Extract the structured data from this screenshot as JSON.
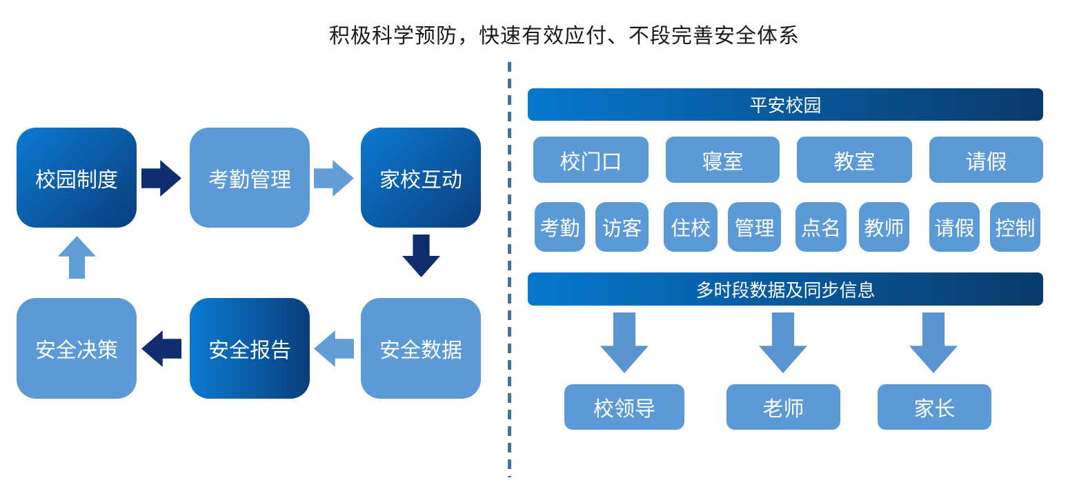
{
  "title": "积极科学预防，快速有效应付、不段完善安全体系",
  "flow": {
    "top_row": [
      {
        "label": "校园制度"
      },
      {
        "label": "考勤管理"
      },
      {
        "label": "家校互动"
      }
    ],
    "bottom_row": [
      {
        "label": "安全决策"
      },
      {
        "label": "安全报告"
      },
      {
        "label": "安全数据"
      }
    ]
  },
  "panel": {
    "header_top": "平安校园",
    "locations": [
      {
        "label": "校门口"
      },
      {
        "label": "寝室"
      },
      {
        "label": "教室"
      },
      {
        "label": "请假"
      }
    ],
    "functions": [
      {
        "label": "考勤"
      },
      {
        "label": "访客"
      },
      {
        "label": "住校"
      },
      {
        "label": "管理"
      },
      {
        "label": "点名"
      },
      {
        "label": "教师"
      },
      {
        "label": "请假"
      },
      {
        "label": "控制"
      }
    ],
    "header_bottom": "多时段数据及同步信息",
    "recipients": [
      {
        "label": "校领导"
      },
      {
        "label": "老师"
      },
      {
        "label": "家长"
      }
    ]
  },
  "colors": {
    "title_text": "#1a1a1a",
    "light_box": "#5b9ad6",
    "light_arrow": "#619dd6",
    "panel_arrow": "#5b94d2",
    "dark_arrow": "#102d6f",
    "box_grad_start": "#0b7ad2",
    "box_grad_end": "#0a3e7c",
    "bar_grad_start": "#0678ce",
    "bar_grad_end": "#0a3a6b",
    "divider": "#40739f"
  }
}
